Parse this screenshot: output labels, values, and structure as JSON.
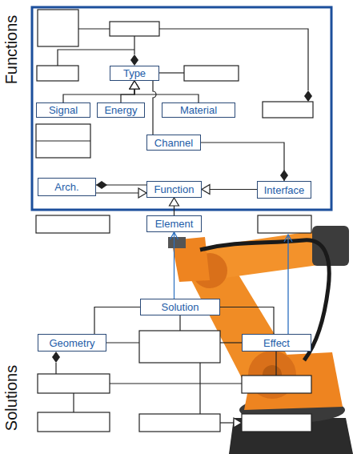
{
  "diagram": {
    "nodes": [
      {
        "text": [
          "Type"
        ]
      },
      {
        "text": [
          "Signal"
        ]
      },
      {
        "text": [
          "Energy"
        ]
      },
      {
        "text": [
          "Material"
        ]
      },
      {
        "text": [
          "Channel"
        ]
      },
      {
        "text": [
          "Arch."
        ]
      },
      {
        "text": [
          "Function"
        ]
      },
      {
        "text": [
          "Interface"
        ]
      },
      {
        "text": [
          "Element"
        ]
      },
      {
        "text": [
          "Solution"
        ]
      },
      {
        "text": [
          "Geometry"
        ]
      },
      {
        "text": [
          "Effect"
        ]
      }
    ],
    "edges": [
      {
        "from": 1,
        "to": 0,
        "arrow": "to"
      },
      {
        "from": 2,
        "to": 0,
        "arrow": "to"
      },
      {
        "from": 3,
        "to": 0,
        "arrow": "to"
      },
      {
        "from": 4,
        "to": 0,
        "arrow": "none"
      },
      {
        "from": 4,
        "to": 7,
        "arrow": "to"
      },
      {
        "from": 6,
        "to": 5,
        "arrow": "to"
      },
      {
        "from": 5,
        "to": 6,
        "arrow": "to"
      },
      {
        "from": 7,
        "to": 6,
        "arrow": "to"
      },
      {
        "from": 8,
        "to": 6,
        "arrow": "to"
      },
      {
        "from": 9,
        "to": 8,
        "arrow": "to"
      },
      {
        "from": 9,
        "to": 10,
        "arrow": "none"
      },
      {
        "from": 9,
        "to": 11,
        "arrow": "none"
      }
    ],
    "labels": [
      "Functions",
      "Solutions"
    ]
  }
}
